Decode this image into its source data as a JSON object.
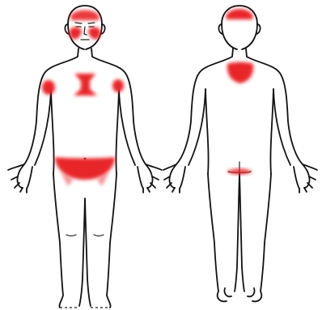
{
  "figure": {
    "views": [
      {
        "id": "front",
        "name": "anterior-body-view"
      },
      {
        "id": "back",
        "name": "posterior-body-view"
      }
    ],
    "colors": {
      "outline": "#111111",
      "pain": "#e8262a",
      "background": "#ffffff"
    },
    "pain_regions": {
      "front": [
        "forehead",
        "cheeks",
        "right-shoulder",
        "left-shoulder",
        "sternum",
        "lower-abdomen"
      ],
      "back": [
        "scalp-top",
        "upper-back",
        "lower-back-buttock-crease"
      ]
    }
  }
}
